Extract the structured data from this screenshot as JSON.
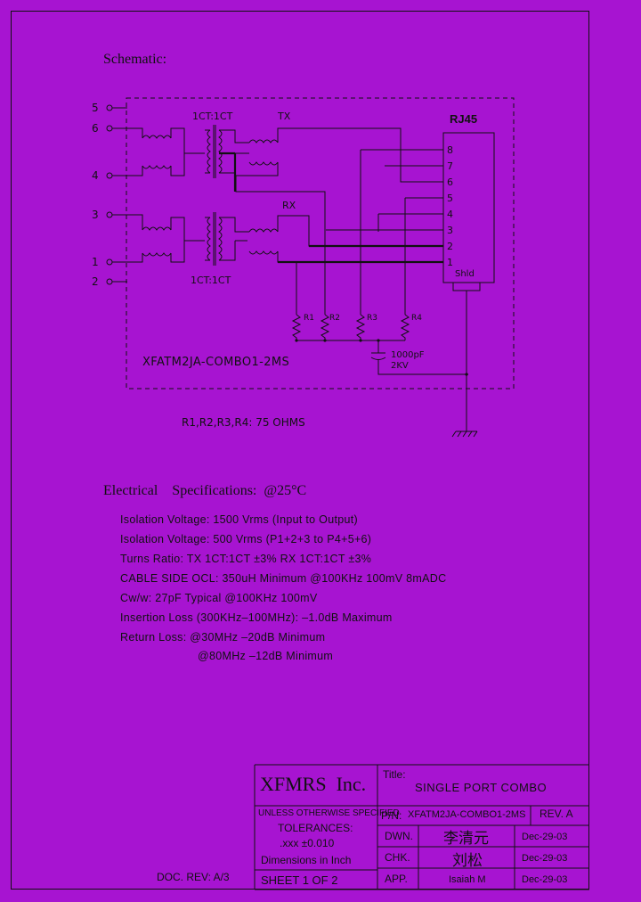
{
  "header": {
    "schematic_label": "Schematic:"
  },
  "schematic": {
    "left_pins": [
      "5",
      "6",
      "4",
      "3",
      "1",
      "2"
    ],
    "transformer_top_label": "1CT:1CT",
    "transformer_bottom_label": "1CT:1CT",
    "tx_label": "TX",
    "rx_label": "RX",
    "connector_title": "RJ45",
    "connector_pins": [
      "8",
      "7",
      "6",
      "5",
      "4",
      "3",
      "2",
      "1"
    ],
    "shield_label": "Shld",
    "resistors": [
      "R1",
      "R2",
      "R3",
      "R4"
    ],
    "capacitor_value": "1000pF",
    "capacitor_voltage": "2KV",
    "part_label": "XFATM2JA-COMBO1-2MS",
    "resistor_note": "R1,R2,R3,R4:  75  OHMS"
  },
  "specs": {
    "heading": "Electrical    Specifications:  @25°C",
    "lines": [
      "Isolation  Voltage:   1500  Vrms  (Input  to  Output)",
      "Isolation  Voltage:   500  Vrms  (P1+2+3  to  P4+5+6)",
      "Turns  Ratio:  TX  1CT:1CT  ±3%  RX  1CT:1CT  ±3%",
      "CABLE  SIDE  OCL:  350uH  Minimum  @100KHz  100mV  8mADC",
      "Cw/w:  27pF  Typical  @100KHz  100mV",
      "Insertion  Loss  (300KHz–100MHz):  –1.0dB  Maximum",
      "Return  Loss:  @30MHz   –20dB  Minimum",
      "@80MHz   –12dB  Minimum"
    ]
  },
  "title_block": {
    "company": "XFMRS  Inc.",
    "title_label": "Title:",
    "title_value": "SINGLE  PORT  COMBO",
    "tolerance_line1": "UNLESS  OTHERWISE  SPECIFIED",
    "tolerance_line2": "TOLERANCES:",
    "tolerance_line3": ".xxx  ±0.010",
    "tolerance_line4": "Dimensions  in  Inch",
    "pn_label": "P/N:",
    "pn_value": "XFATM2JA-COMBO1-2MS",
    "rev_label": "REV.  A",
    "dwn_label": "DWN.",
    "dwn_sign": "李清元",
    "dwn_date": "Dec-29-03",
    "chk_label": "CHK.",
    "chk_sign": "刘松",
    "chk_date": "Dec-29-03",
    "app_label": "APP.",
    "app_name": "Isaiah  M",
    "app_date": "Dec-29-03",
    "sheet": "SHEET  1  OF  2"
  },
  "doc_rev": "DOC.  REV:  A/3"
}
